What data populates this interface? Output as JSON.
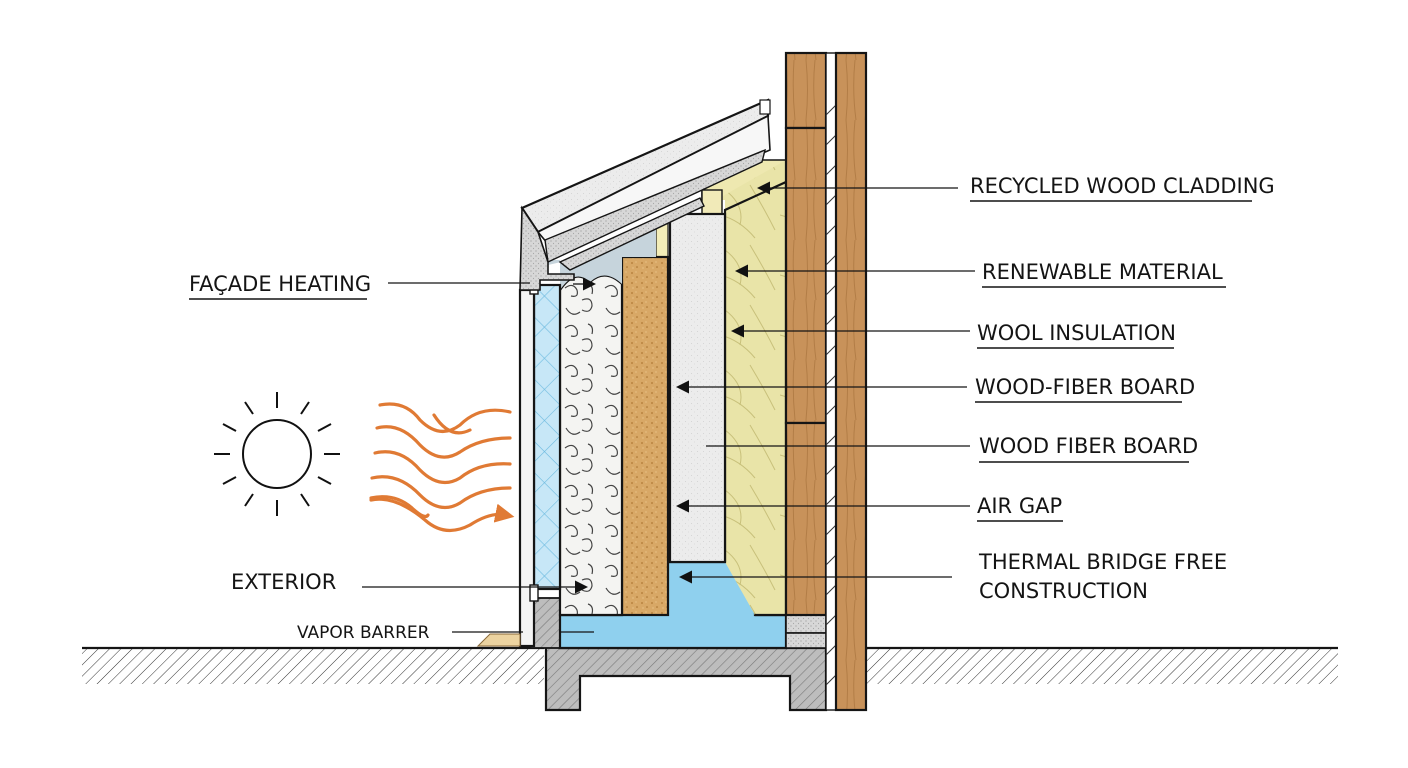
{
  "diagram": {
    "title": "Wall section detail",
    "labels_right": [
      {
        "id": "recycled-wood-cladding",
        "text": "RECYCLED WOOD CLADDING"
      },
      {
        "id": "renewable-material",
        "text": "RENEWABLE MATERIAL"
      },
      {
        "id": "wool-insulation",
        "text": "WOOL INSULATION"
      },
      {
        "id": "wood-fiber-board-1",
        "text": "WOOD-FIBER BOARD"
      },
      {
        "id": "wood-fiber-board-2",
        "text": "WOOD FIBER BOARD"
      },
      {
        "id": "air-gap",
        "text": "AIR GAP"
      },
      {
        "id": "thermal-bridge",
        "text_line1": "THERMAL BRIDGE FREE",
        "text_line2": "CONSTRUCTION"
      }
    ],
    "labels_left": [
      {
        "id": "facade-heating",
        "text": "FAÇADE HEATING"
      },
      {
        "id": "exterior",
        "text": "EXTERIOR"
      },
      {
        "id": "vapor-barrier",
        "text": "VAPOR BARRER"
      }
    ],
    "icons": {
      "sun": "sun-icon",
      "heat": "heat-waves-icon"
    },
    "colors": {
      "wood": "#c9955c",
      "wood_dark": "#a8743f",
      "wool": "#e9e3a6",
      "fiber_board": "#d9aa6a",
      "foam": "#efefef",
      "cellulose": "#f4f4f2",
      "glass": "#bfe3f5",
      "air_blue": "#8fd0ee",
      "concrete": "#b9b9b9",
      "cavity": "#c9d6de",
      "heat": "#e07a34"
    }
  }
}
